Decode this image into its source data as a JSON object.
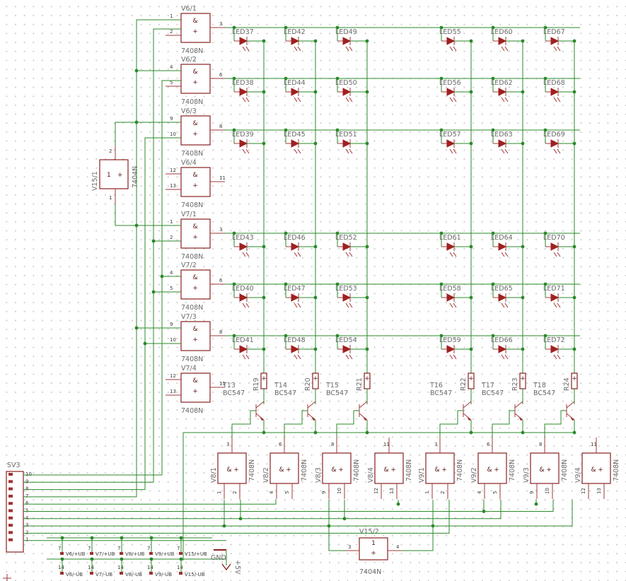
{
  "ic_suffix": "7408N",
  "inv_suffix": "7404N",
  "and_symbol": "&",
  "inv_symbol": "1",
  "plus": "+",
  "row_gates": [
    {
      "name": "V6/1",
      "pins": [
        "1",
        "2",
        "3"
      ]
    },
    {
      "name": "V6/2",
      "pins": [
        "4",
        "5",
        "6"
      ]
    },
    {
      "name": "V6/3",
      "pins": [
        "9",
        "10",
        "8"
      ]
    },
    {
      "name": "V6/4",
      "pins": [
        "12",
        "13",
        "11"
      ]
    },
    {
      "name": "V7/1",
      "pins": [
        "1",
        "2",
        "3"
      ]
    },
    {
      "name": "V7/2",
      "pins": [
        "4",
        "5",
        "6"
      ]
    },
    {
      "name": "V7/3",
      "pins": [
        "9",
        "10",
        "8"
      ]
    },
    {
      "name": "V7/4",
      "pins": [
        "12",
        "13",
        "11"
      ]
    }
  ],
  "leds": [
    [
      "LED37",
      "LED42",
      "LED49",
      "LED55",
      "LED60",
      "LED67"
    ],
    [
      "LED38",
      "LED44",
      "LED50",
      "LED56",
      "LED62",
      "LED68"
    ],
    [
      "LED39",
      "LED45",
      "LED51",
      "LED57",
      "LED63",
      "LED69"
    ],
    [
      "LED43",
      "LED46",
      "LED52",
      "LED61",
      "LED64",
      "LED70"
    ],
    [
      "LED40",
      "LED47",
      "LED53",
      "LED58",
      "LED65",
      "LED71"
    ],
    [
      "LED41",
      "LED48",
      "LED54",
      "LED59",
      "LED66",
      "LED72"
    ]
  ],
  "resistors": [
    "R19",
    "R20",
    "R21",
    "R22",
    "R23",
    "R24"
  ],
  "transistors": [
    "T13",
    "T14",
    "T15",
    "T16",
    "T17",
    "T18"
  ],
  "transistor_type": "BC547",
  "col_gates": [
    {
      "name": "V8/1",
      "pins": [
        "3",
        "1",
        "2"
      ]
    },
    {
      "name": "V8/2",
      "pins": [
        "6",
        "4",
        "5"
      ]
    },
    {
      "name": "V8/3",
      "pins": [
        "8",
        "9",
        "10"
      ]
    },
    {
      "name": "V8/4",
      "pins": [
        "11",
        "12",
        "13"
      ]
    },
    {
      "name": "V9/1",
      "pins": [
        "3",
        "1",
        "2"
      ]
    },
    {
      "name": "V9/2",
      "pins": [
        "6",
        "4",
        "5"
      ]
    },
    {
      "name": "V9/3",
      "pins": [
        "8",
        "9",
        "10"
      ]
    },
    {
      "name": "V9/4",
      "pins": [
        "11",
        "12",
        "13"
      ]
    }
  ],
  "inv1": {
    "name": "V15/1",
    "pins": [
      "2",
      "1"
    ]
  },
  "inv2": {
    "name": "V15/2",
    "pins": [
      "3",
      "4"
    ]
  },
  "connector": {
    "name": "SV3",
    "pins": [
      "10",
      "9",
      "8",
      "7",
      "6",
      "5",
      "4",
      "3",
      "2",
      "1"
    ]
  },
  "power_pins": {
    "top": [
      "V6/+UB",
      "V7/+UB",
      "V8/+UB",
      "V9/+UB",
      "V15/+UB"
    ],
    "bottom": [
      "V6/-UB",
      "V7/-UB",
      "V8/-UB",
      "V9/-UB",
      "V15/-UB"
    ],
    "top_pin": "7",
    "bottom_pin": "14"
  },
  "gnd_label": "GND",
  "vcc_label": "+5V"
}
